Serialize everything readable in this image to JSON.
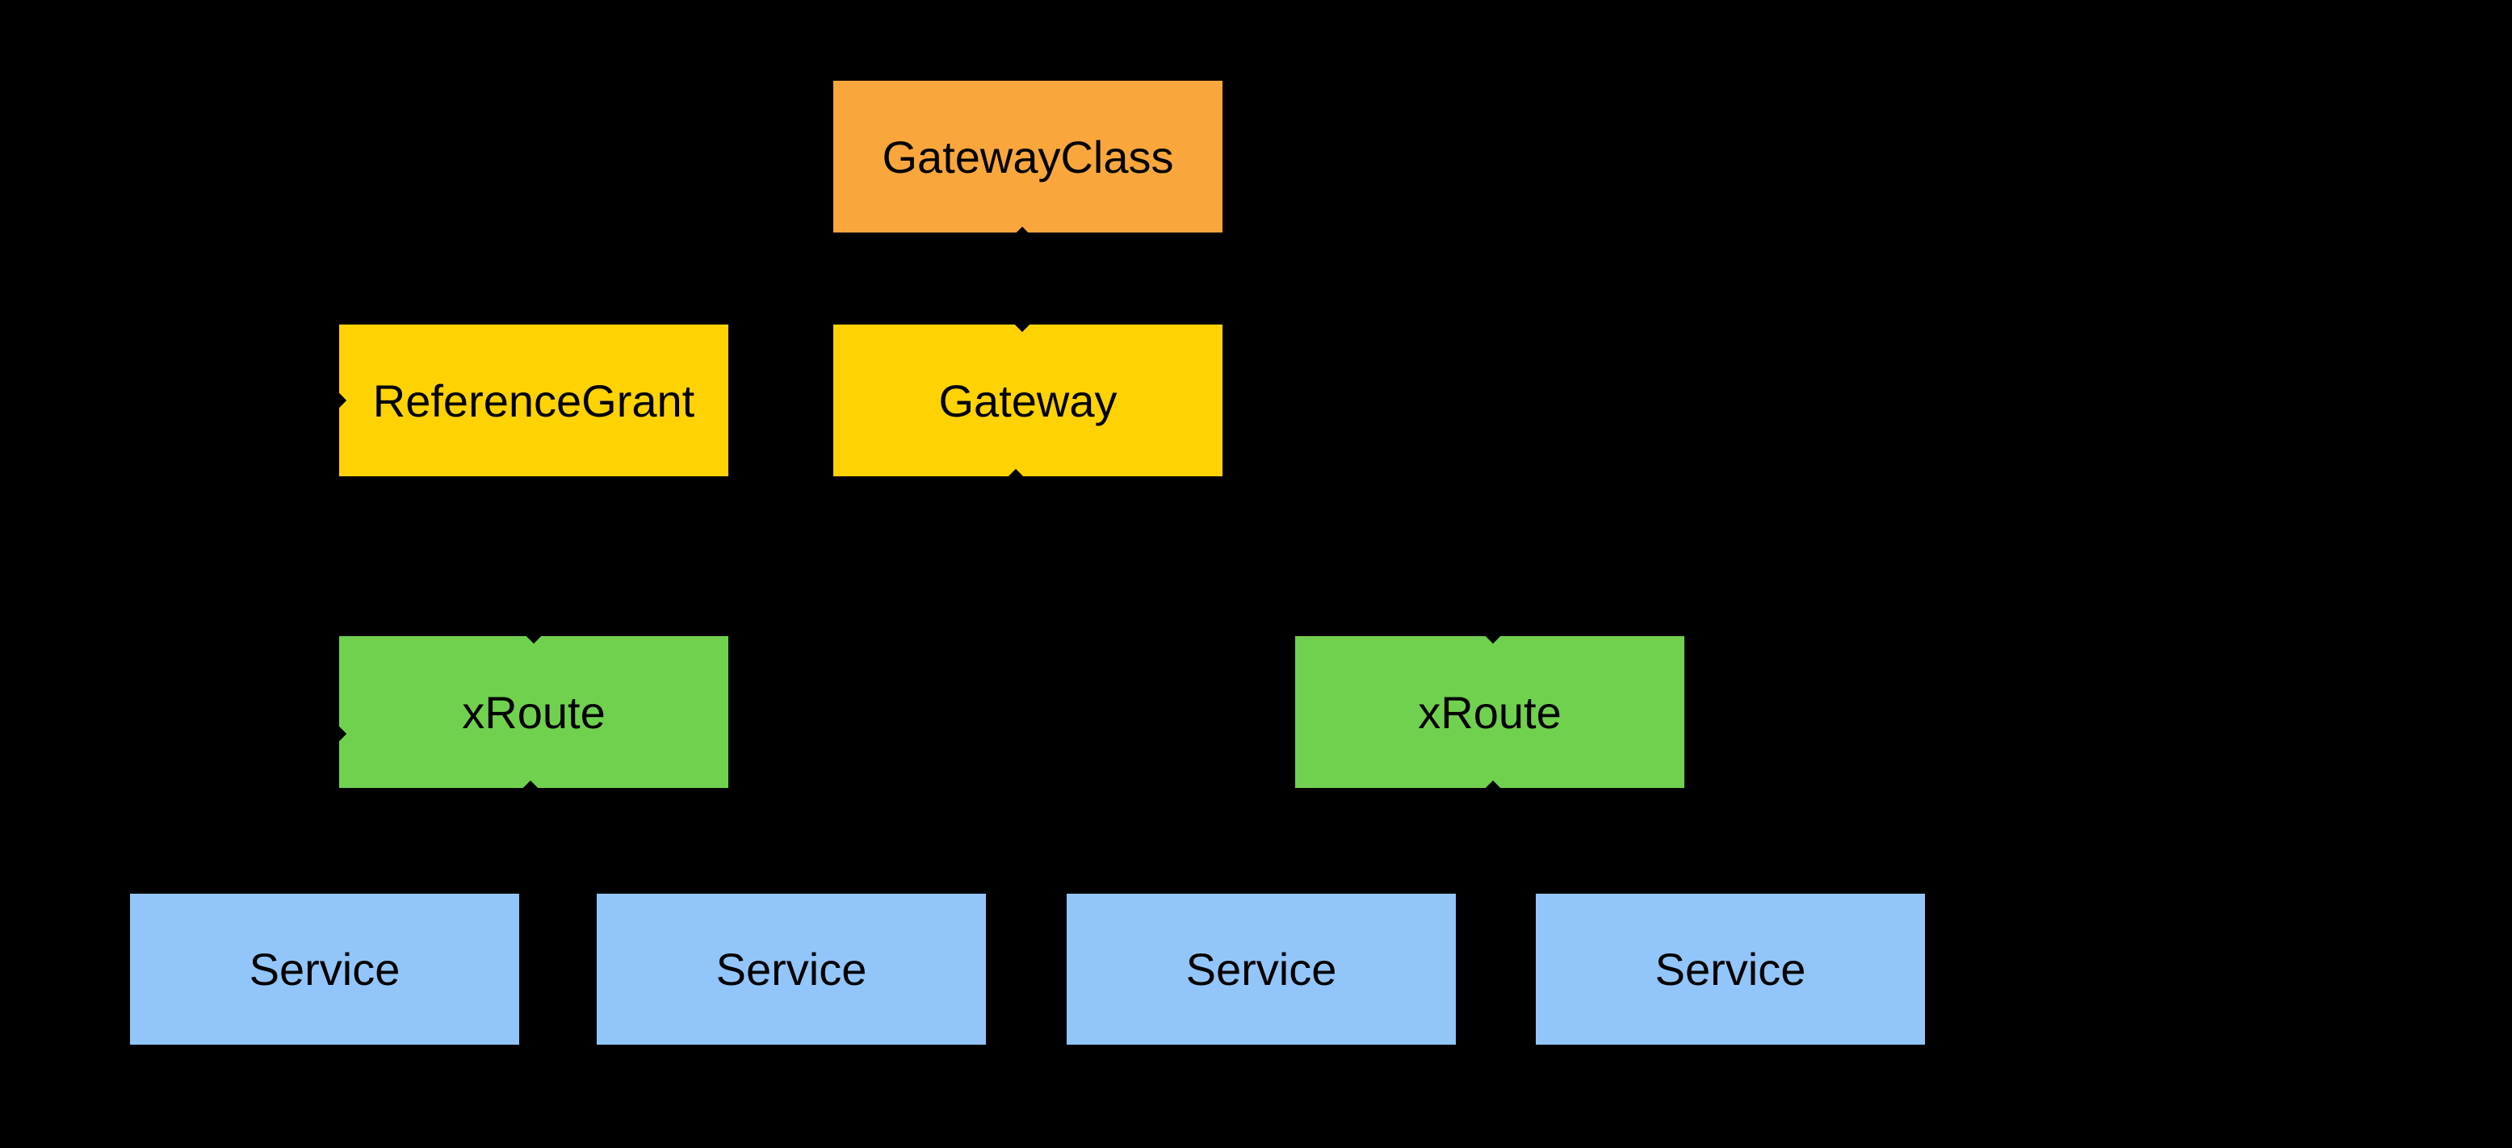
{
  "diagram": {
    "background_color": "#000000",
    "text_color": "#000000",
    "connector_color": "#000000",
    "nodes": [
      {
        "id": "gatewayclass",
        "label": "GatewayClass",
        "color": "#F9A73C"
      },
      {
        "id": "referencegrant",
        "label": "ReferenceGrant",
        "color": "#FFD204"
      },
      {
        "id": "gateway",
        "label": "Gateway",
        "color": "#FFD204"
      },
      {
        "id": "xroute_left",
        "label": "xRoute",
        "color": "#70D14F"
      },
      {
        "id": "xroute_right",
        "label": "xRoute",
        "color": "#70D14F"
      },
      {
        "id": "service_1",
        "label": "Service",
        "color": "#92C5F9"
      },
      {
        "id": "service_2",
        "label": "Service",
        "color": "#92C5F9"
      },
      {
        "id": "service_3",
        "label": "Service",
        "color": "#92C5F9"
      },
      {
        "id": "service_4",
        "label": "Service",
        "color": "#92C5F9"
      }
    ]
  }
}
